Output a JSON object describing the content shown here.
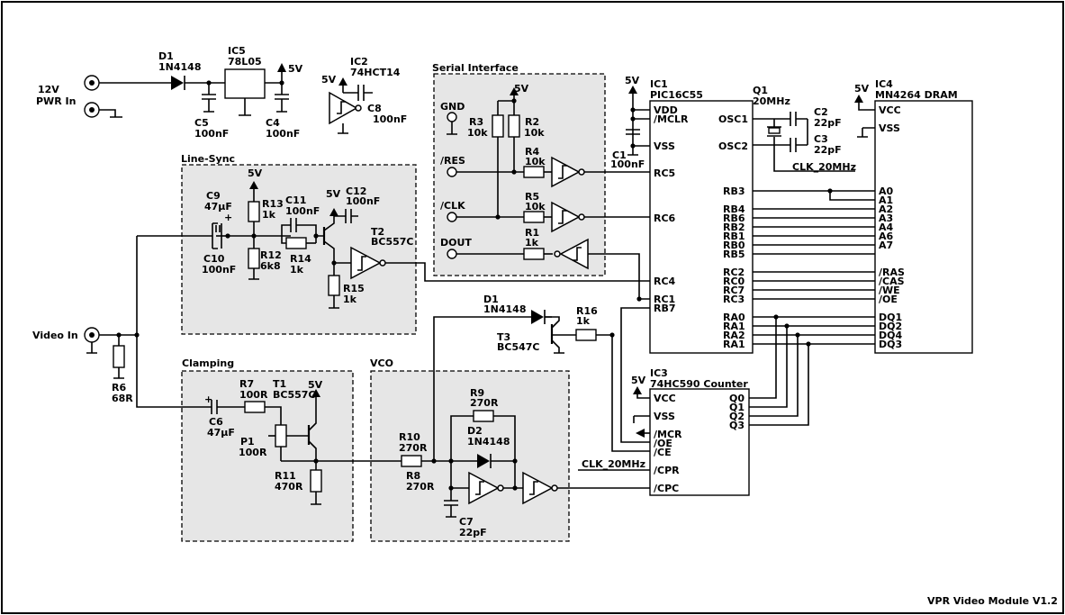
{
  "title_block": "VPR Video Module  V1.2",
  "connectors": {
    "power_in": "12V",
    "power_in_name": "PWR In",
    "video_in": "Video In"
  },
  "regions": {
    "serial": "Serial Interface",
    "linesync": "Line-Sync",
    "clamping": "Clamping",
    "vco": "VCO"
  },
  "supply": {
    "v5": "5V"
  },
  "parts": {
    "d1_top": {
      "ref": "D1",
      "value": "1N4148"
    },
    "ic5": {
      "ref": "IC5",
      "value": "78L05"
    },
    "c5": {
      "ref": "C5",
      "value": "100nF"
    },
    "c4": {
      "ref": "C4",
      "value": "100nF"
    },
    "ic2": {
      "ref": "IC2",
      "value": "74HCT14"
    },
    "c8": {
      "ref": "C8",
      "value": "100nF"
    },
    "r3": {
      "ref": "R3",
      "value": "10k"
    },
    "r2": {
      "ref": "R2",
      "value": "10k"
    },
    "r4": {
      "ref": "R4",
      "value": "10k"
    },
    "r5": {
      "ref": "R5",
      "value": "10k"
    },
    "r1": {
      "ref": "R1",
      "value": "1k"
    },
    "c1": {
      "ref": "C1",
      "value": "100nF"
    },
    "ic1": {
      "ref": "IC1",
      "value": "PIC16C55"
    },
    "q1": {
      "ref": "Q1",
      "value": "20MHz"
    },
    "c2": {
      "ref": "C2",
      "value": "22pF"
    },
    "c3": {
      "ref": "C3",
      "value": "22pF"
    },
    "ic4": {
      "ref": "IC4",
      "value": "MN4264 DRAM"
    },
    "c9": {
      "ref": "C9",
      "value": "47µF"
    },
    "c10": {
      "ref": "C10",
      "value": "100nF"
    },
    "r13": {
      "ref": "R13",
      "value": "1k"
    },
    "r12": {
      "ref": "R12",
      "value": "6k8"
    },
    "c11": {
      "ref": "C11",
      "value": "100nF"
    },
    "r14": {
      "ref": "R14",
      "value": "1k"
    },
    "c12": {
      "ref": "C12",
      "value": "100nF"
    },
    "t2": {
      "ref": "T2",
      "value": "BC557C"
    },
    "r15": {
      "ref": "R15",
      "value": "1k"
    },
    "r6": {
      "ref": "R6",
      "value": "68R"
    },
    "d1_vco": {
      "ref": "D1",
      "value": "1N4148"
    },
    "t3": {
      "ref": "T3",
      "value": "BC547C"
    },
    "r16": {
      "ref": "R16",
      "value": "1k"
    },
    "ic3": {
      "ref": "IC3",
      "value": "74HC590 Counter"
    },
    "r7": {
      "ref": "R7",
      "value": "100R"
    },
    "t1": {
      "ref": "T1",
      "value": "BC557C"
    },
    "c6": {
      "ref": "C6",
      "value": "47µF"
    },
    "p1": {
      "ref": "P1",
      "value": "100R"
    },
    "r11": {
      "ref": "R11",
      "value": "470R"
    },
    "r9": {
      "ref": "R9",
      "value": "270R"
    },
    "d2": {
      "ref": "D2",
      "value": "1N4148"
    },
    "r10": {
      "ref": "R10",
      "value": "270R"
    },
    "r8": {
      "ref": "R8",
      "value": "270R"
    },
    "c7": {
      "ref": "C7",
      "value": "22pF"
    }
  },
  "serial_signals": {
    "gnd": "GND",
    "res": "/RES",
    "clk": "/CLK",
    "dout": "DOUT"
  },
  "ic1_pins": {
    "vdd": "VDD",
    "mclr": "/MCLR",
    "vss": "VSS",
    "osc1": "OSC1",
    "osc2": "OSC2",
    "rc5": "RC5",
    "rc6": "RC6",
    "rc4": "RC4",
    "rc1": "RC1",
    "rb7": "RB7",
    "rb3": "RB3",
    "rb4": "RB4",
    "rb6": "RB6",
    "rb2": "RB2",
    "rb1": "RB1",
    "rb0": "RB0",
    "rb5": "RB5",
    "rc2": "RC2",
    "rc0": "RC0",
    "rc7": "RC7",
    "rc3": "RC3",
    "ra0": "RA0",
    "ra1a": "RA1",
    "ra2": "RA2",
    "ra1b": "RA1"
  },
  "ic4_pins": {
    "vcc": "VCC",
    "vss": "VSS",
    "a0": "A0",
    "a1": "A1",
    "a2": "A2",
    "a3": "A3",
    "a4": "A4",
    "a6": "A6",
    "a7": "A7",
    "ras": "/RAS",
    "cas": "/CAS",
    "we": "/WE",
    "oe": "/OE",
    "dq1": "DQ1",
    "dq2": "DQ2",
    "dq4": "DQ4",
    "dq3": "DQ3"
  },
  "ic3_pins": {
    "vcc": "VCC",
    "vss": "VSS",
    "mcr": "/MCR",
    "oe": "/OE",
    "ce": "/CE",
    "cpr": "/CPR",
    "cpc": "/CPC",
    "q0": "Q0",
    "q1": "Q1",
    "q2": "Q2",
    "q3": "Q3"
  },
  "nets": {
    "clk_osc": "CLK_20MHz",
    "clk_counter": "CLK_20MHz"
  }
}
